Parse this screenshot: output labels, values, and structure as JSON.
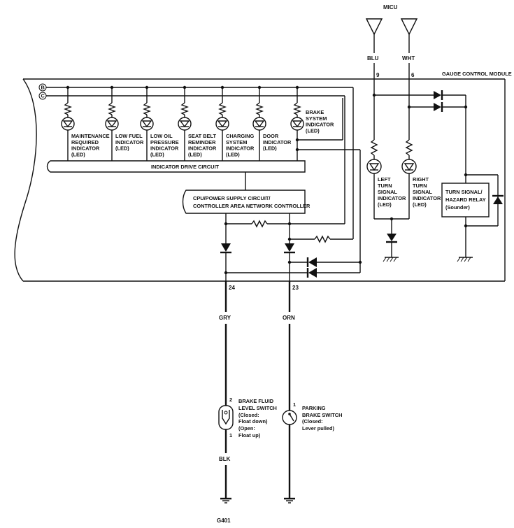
{
  "micu": {
    "title": "MICU",
    "wire_left": "BLU",
    "wire_right": "WHT",
    "pin_left": "9",
    "pin_right": "6"
  },
  "module": {
    "title": "GAUGE CONTROL MODULE",
    "bus_b": "B",
    "bus_c": "C"
  },
  "indicators": [
    {
      "lines": [
        "MAINTENANCE",
        "REQUIRED",
        "INDICATOR",
        "(LED)"
      ]
    },
    {
      "lines": [
        "LOW FUEL",
        "INDICATOR",
        "(LED)"
      ]
    },
    {
      "lines": [
        "LOW OIL",
        "PRESSURE",
        "INDICATOR",
        "(LED)"
      ]
    },
    {
      "lines": [
        "SEAT BELT",
        "REMINDER",
        "INDICATOR",
        "(LED)"
      ]
    },
    {
      "lines": [
        "CHARGING",
        "SYSTEM",
        "INDICATOR",
        "(LED)"
      ]
    },
    {
      "lines": [
        "DOOR",
        "INDICATOR",
        "(LED)"
      ]
    },
    {
      "lines": [
        "BRAKE",
        "SYSTEM",
        "INDICATOR",
        "(LED)"
      ]
    }
  ],
  "turn_indicators": [
    {
      "lines": [
        "LEFT",
        "TURN",
        "SIGNAL",
        "INDICATOR",
        "(LED)"
      ]
    },
    {
      "lines": [
        "RIGHT",
        "TURN",
        "SIGNAL",
        "INDICATOR",
        "(LED)"
      ]
    }
  ],
  "blocks": {
    "drive": "INDICATOR DRIVE CIRCUIT",
    "cpu": [
      "CPU/POWER SUPPLY CIRCUIT/",
      "CONTROLLER AREA NETWORK CONTROLLER"
    ],
    "relay": [
      "TURN SIGNAL/",
      "HAZARD RELAY",
      "(Sounder)"
    ]
  },
  "lower": {
    "pin_left": "24",
    "pin_right": "23",
    "wire_left": "GRY",
    "wire_right": "ORN",
    "fluid_pin_top": "2",
    "fluid_pin_bottom": "1",
    "park_pin": "1",
    "fluid_switch": [
      "BRAKE FLUID",
      "LEVEL SWITCH",
      "(Closed:",
      "Float down)",
      "(Open:",
      "Float up)"
    ],
    "park_switch": [
      "PARKING",
      "BRAKE SWITCH",
      "(Closed:",
      "Lever pulled)"
    ],
    "ground_wire": "BLK",
    "ground_label": "G401"
  }
}
